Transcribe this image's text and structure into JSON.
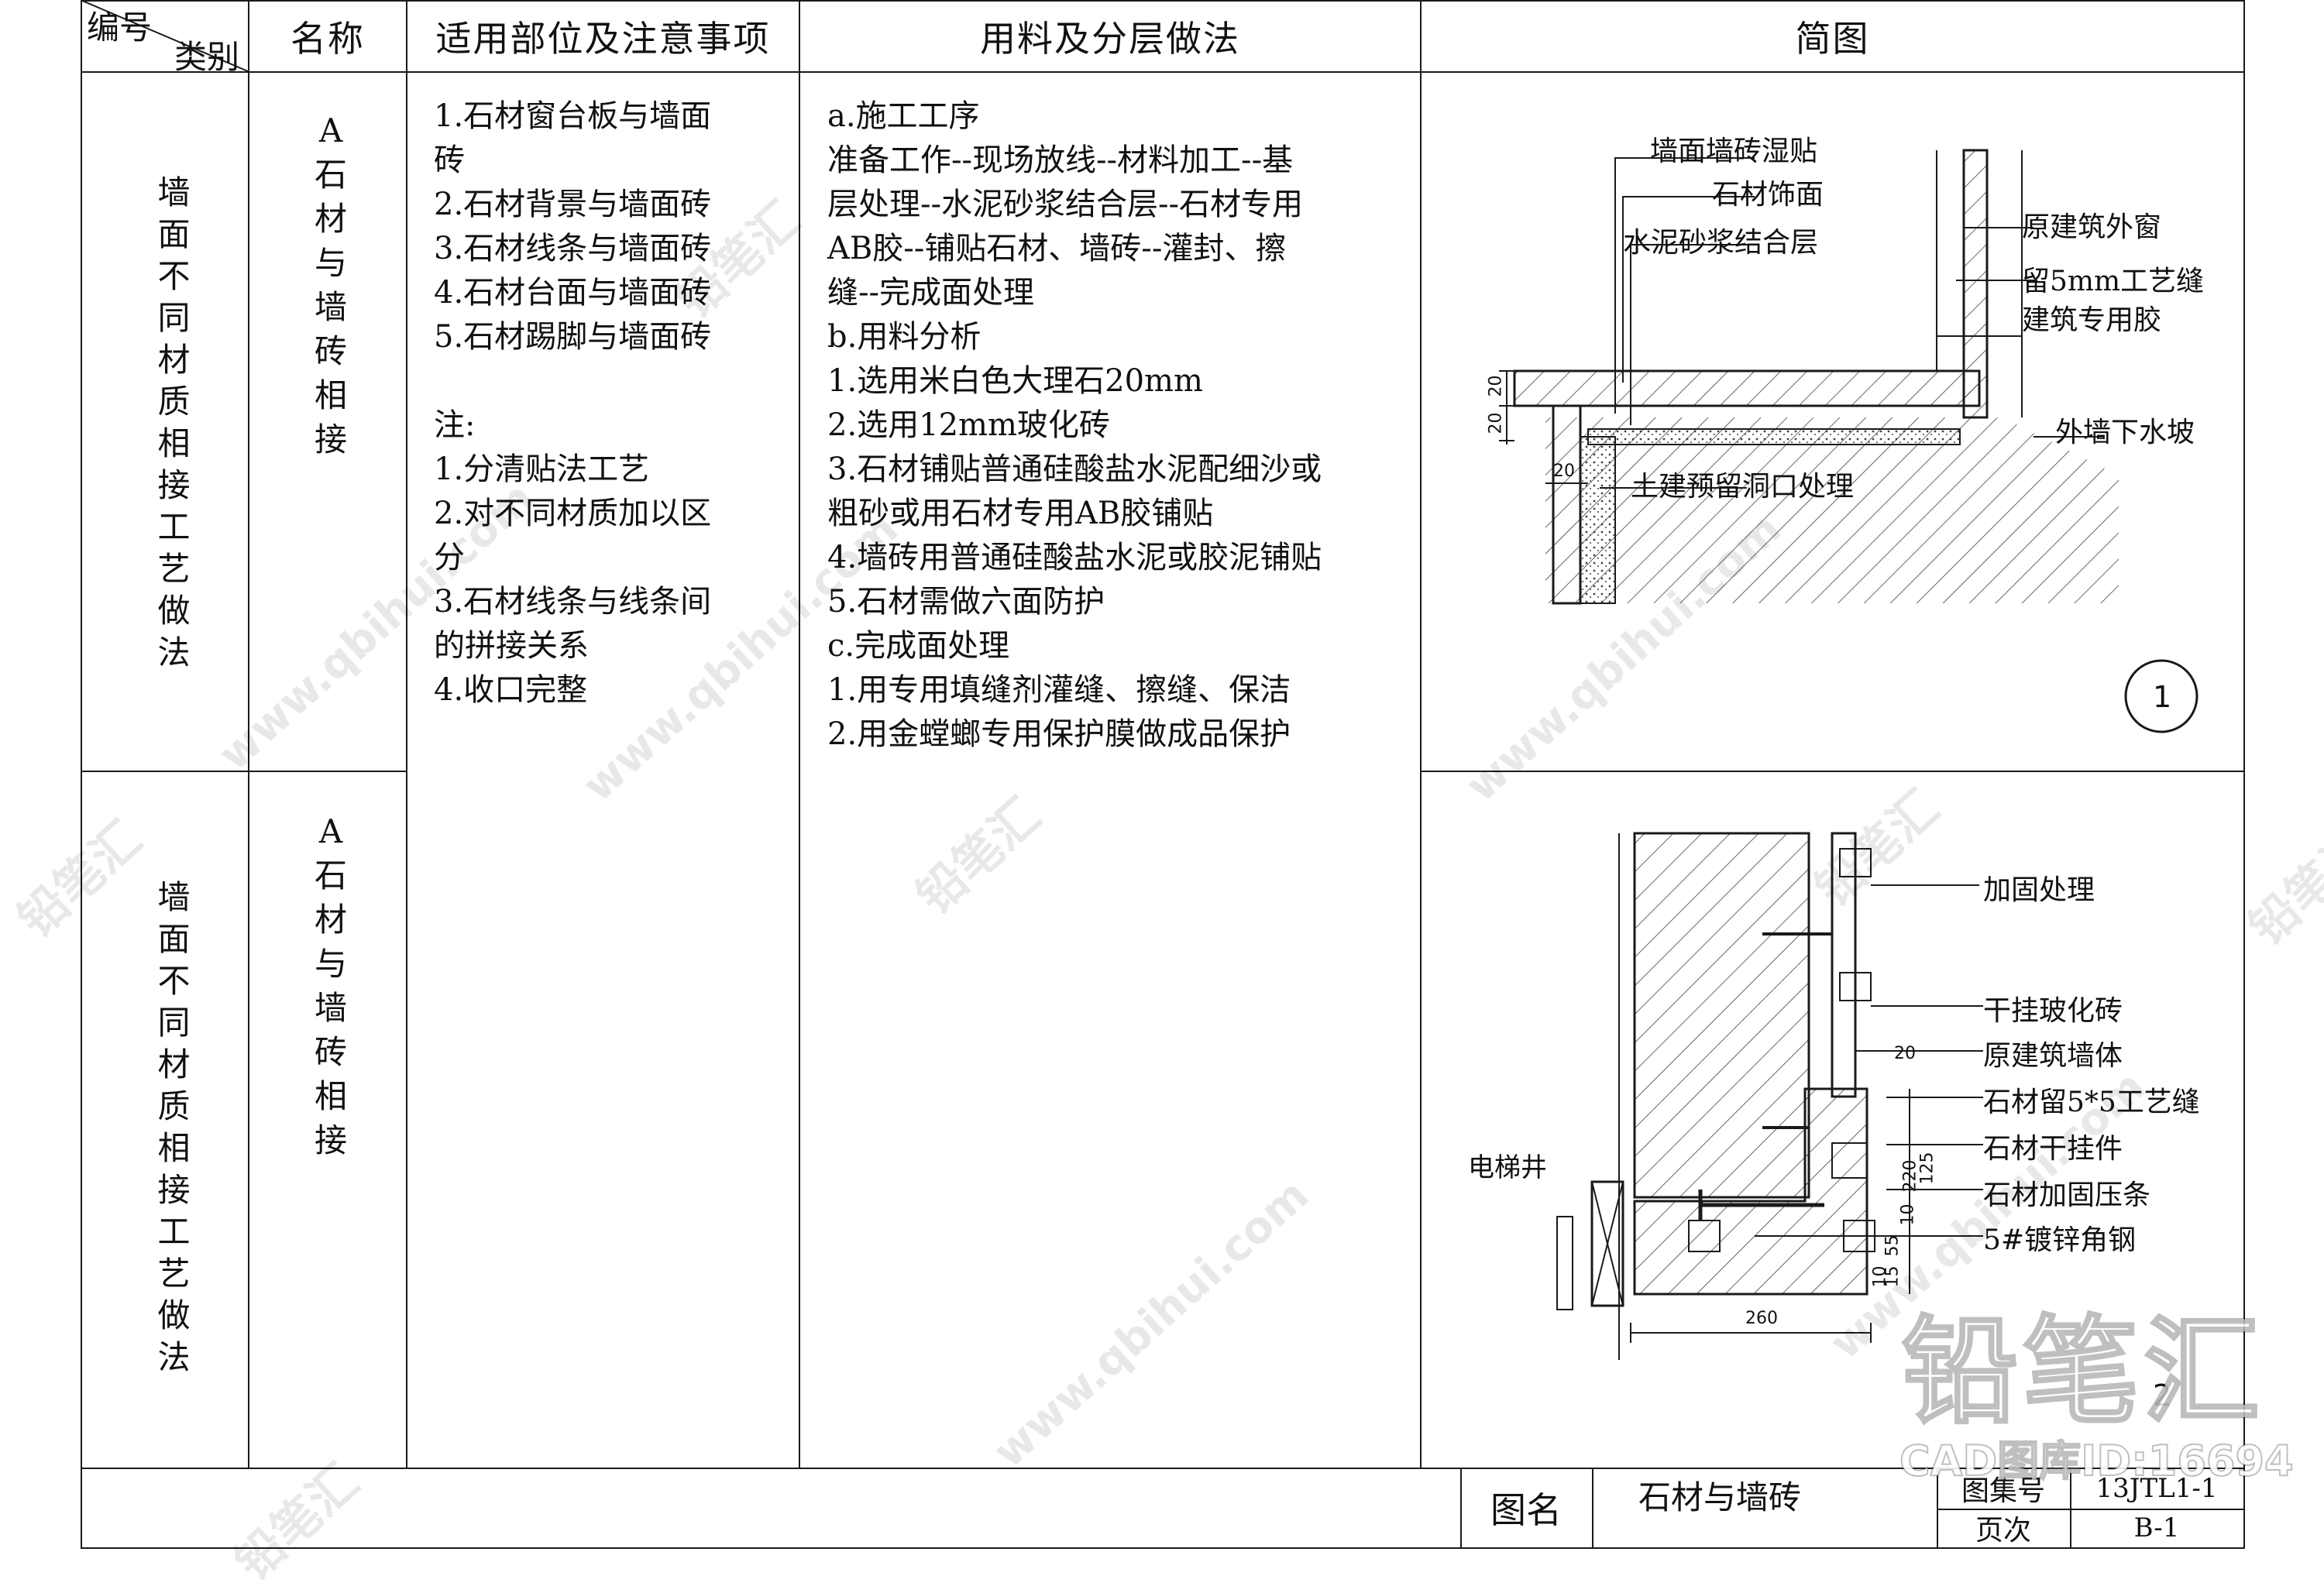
{
  "header": {
    "code_label": "编号",
    "category_label": "类别",
    "name": "名称",
    "scope": "适用部位及注意事项",
    "materials": "用料及分层做法",
    "sketch": "简图"
  },
  "rows": [
    {
      "category": "墙面不同材质相接工艺做法",
      "name": "A\n石材与墙砖相接"
    },
    {
      "category": "墙面不同材质相接工艺做法",
      "name": "A\n石材与墙砖相接"
    }
  ],
  "scope_text": "1.石材窗台板与墙面\n砖\n2.石材背景与墙面砖\n3.石材线条与墙面砖\n4.石材台面与墙面砖\n5.石材踢脚与墙面砖\n\n注:\n1.分清贴法工艺\n2.对不同材质加以区\n分\n3.石材线条与线条间\n的拼接关系\n4.收口完整",
  "materials_text": "a.施工工序\n准备工作--现场放线--材料加工--基\n层处理--水泥砂浆结合层--石材专用\nAB胶--铺贴石材、墙砖--灌封、擦\n缝--完成面处理\nb.用料分析\n1.选用米白色大理石20mm\n2.选用12mm玻化砖\n3.石材铺贴普通硅酸盐水泥配细沙或\n粗砂或用石材专用AB胶铺贴\n4.墙砖用普通硅酸盐水泥或胶泥铺贴\n5.石材需做六面防护\nc.完成面处理\n1.用专用填缝剂灌缝、擦缝、保洁\n2.用金螳螂专用保护膜做成品保护",
  "drawing1": {
    "labels": [
      "墙面墙砖湿贴",
      "石材饰面",
      "水泥砂浆结合层",
      "原建筑外窗",
      "留5mm工艺缝",
      "建筑专用胶",
      "外墙下水坡",
      "土建预留洞口处理"
    ],
    "dims": [
      "20",
      "20",
      "20"
    ],
    "number": "1"
  },
  "drawing2": {
    "labels": [
      "加固处理",
      "干挂玻化砖",
      "原建筑墙体",
      "石材留5*5工艺缝",
      "石材干挂件",
      "石材加固压条",
      "5#镀锌角钢",
      "电梯井"
    ],
    "dims": [
      "20",
      "260",
      "125",
      "220",
      "10",
      "55",
      "15",
      "10"
    ],
    "number": "2"
  },
  "footer": {
    "drawing_name_label": "图名",
    "drawing_name": "石材与墙砖",
    "atlas_label": "图集号",
    "atlas_value": "13JTL1-1",
    "page_label": "页次",
    "page_value": "B-1"
  },
  "watermark": {
    "brand": "铅笔汇",
    "url": "www.qbihui.com",
    "corner_brand": "铅笔汇",
    "corner_id": "CAD图库ID:16694"
  }
}
